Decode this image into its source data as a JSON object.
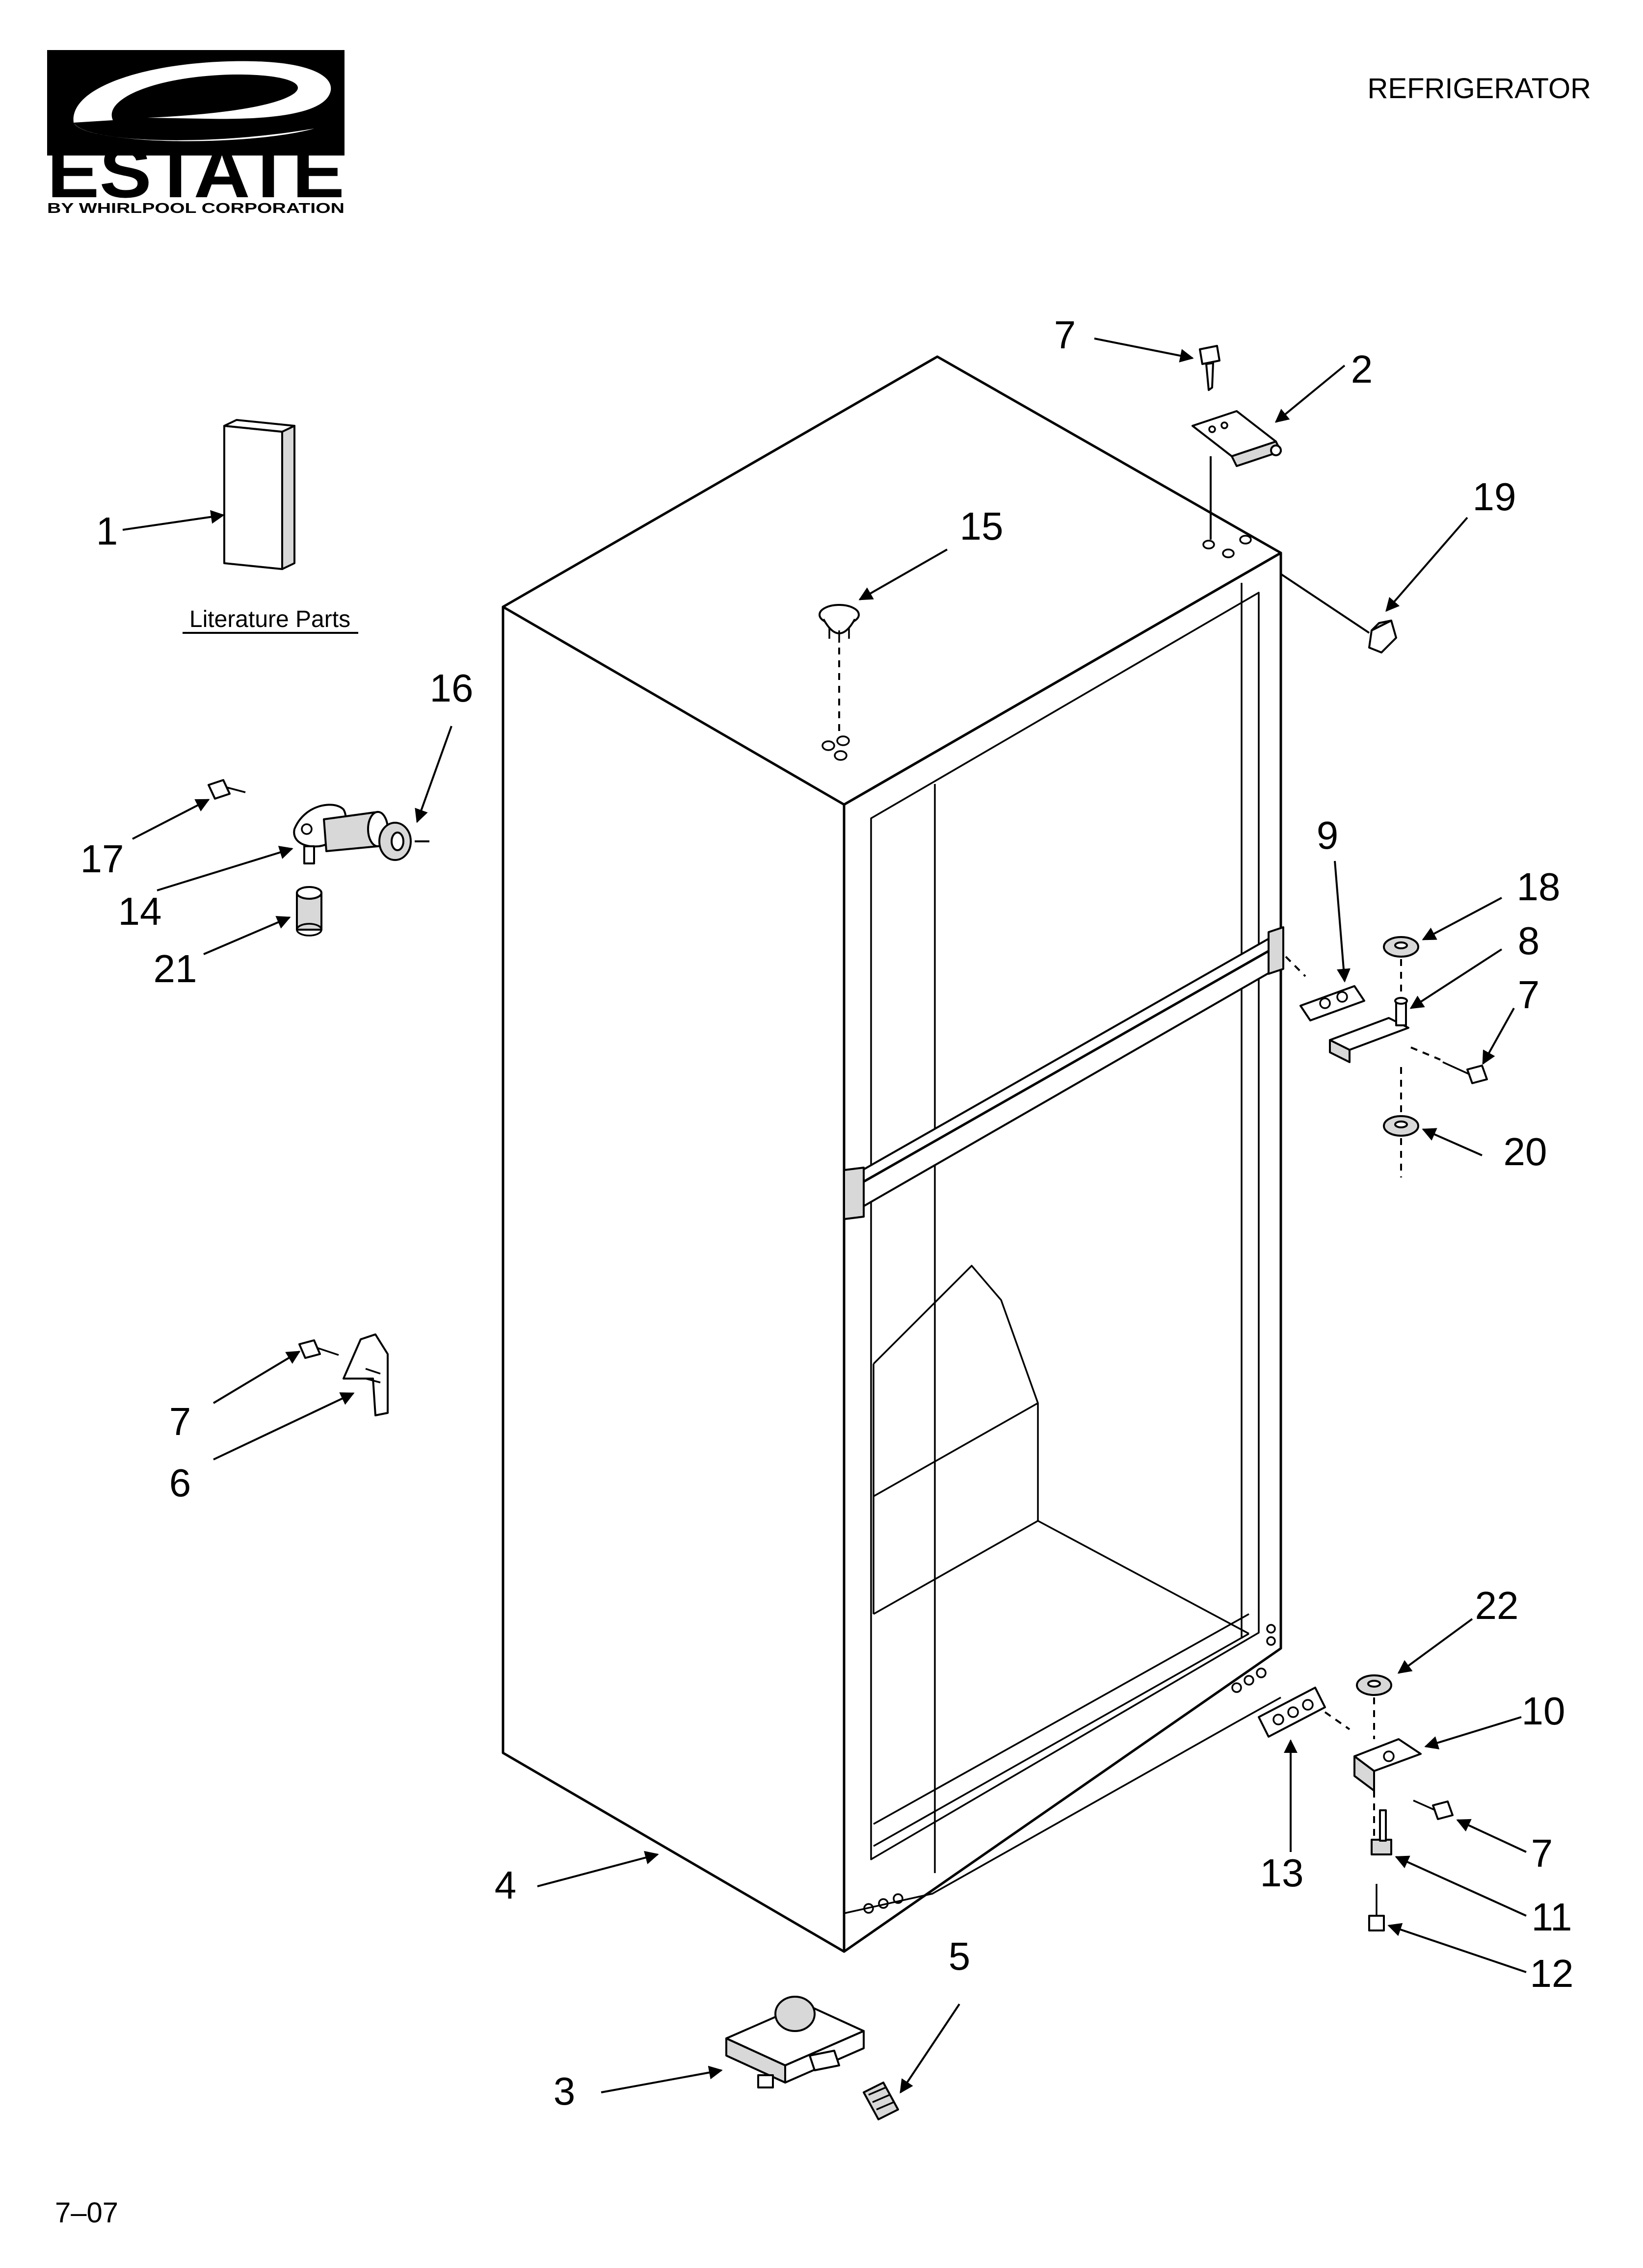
{
  "header": {
    "brand_name": "ESTATE",
    "brand_sub": "BY WHIRLPOOL CORPORATION",
    "doc_title": "REFRIGERATOR"
  },
  "literature": {
    "label": "Literature Parts"
  },
  "footer": {
    "date_code": "7–07"
  },
  "callouts": {
    "c1": "1",
    "c2": "2",
    "c3": "3",
    "c4": "4",
    "c5": "5",
    "c6": "6",
    "c7_top": "7",
    "c7_left": "7",
    "c7_hinge": "7",
    "c7_bottom": "7",
    "c8": "8",
    "c9": "9",
    "c10": "10",
    "c11": "11",
    "c12": "12",
    "c13": "13",
    "c14": "14",
    "c15": "15",
    "c16": "16",
    "c17": "17",
    "c18": "18",
    "c19": "19",
    "c20": "20",
    "c21": "21",
    "c22": "22"
  }
}
